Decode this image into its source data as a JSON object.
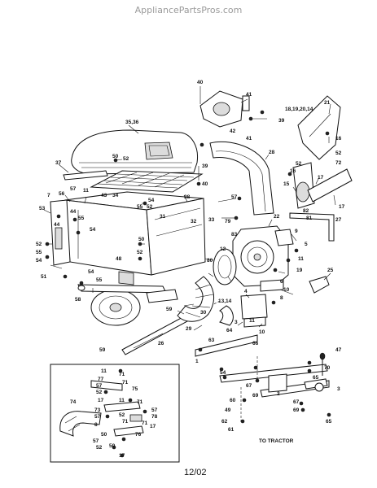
{
  "watermark": "AppliancePartsPros.com",
  "date_code": "12/02",
  "inset_note": "TO TRACTOR",
  "callouts": [
    {
      "id": "c40a",
      "text": "40"
    },
    {
      "id": "c41a",
      "text": "41"
    },
    {
      "id": "c39a",
      "text": "39"
    },
    {
      "id": "c42",
      "text": "42"
    },
    {
      "id": "c41b",
      "text": "41"
    },
    {
      "id": "c21",
      "text": "21"
    },
    {
      "id": "c18",
      "text": "18,19,20,14"
    },
    {
      "id": "c16a",
      "text": "16"
    },
    {
      "id": "c52a",
      "text": "52"
    },
    {
      "id": "c3536",
      "text": "35,36"
    },
    {
      "id": "c28",
      "text": "28"
    },
    {
      "id": "c50a",
      "text": "50"
    },
    {
      "id": "c52b",
      "text": "52"
    },
    {
      "id": "c37",
      "text": "37"
    },
    {
      "id": "c39b",
      "text": "39"
    },
    {
      "id": "c40b",
      "text": "40"
    },
    {
      "id": "c52c",
      "text": "52"
    },
    {
      "id": "c16b",
      "text": "16"
    },
    {
      "id": "c17a",
      "text": "17"
    },
    {
      "id": "c72",
      "text": "72"
    },
    {
      "id": "c15",
      "text": "15"
    },
    {
      "id": "c7",
      "text": "7"
    },
    {
      "id": "c56",
      "text": "56"
    },
    {
      "id": "c57a",
      "text": "57"
    },
    {
      "id": "c11a",
      "text": "11"
    },
    {
      "id": "c43",
      "text": "43"
    },
    {
      "id": "c34",
      "text": "34"
    },
    {
      "id": "c38",
      "text": "38"
    },
    {
      "id": "c54a",
      "text": "54"
    },
    {
      "id": "c52d",
      "text": "52"
    },
    {
      "id": "c57b",
      "text": "57"
    },
    {
      "id": "c53",
      "text": "53"
    },
    {
      "id": "c55a",
      "text": "55"
    },
    {
      "id": "c31",
      "text": "31"
    },
    {
      "id": "c32",
      "text": "32"
    },
    {
      "id": "c22",
      "text": "22"
    },
    {
      "id": "c82",
      "text": "82"
    },
    {
      "id": "c81",
      "text": "81"
    },
    {
      "id": "c17b",
      "text": "17"
    },
    {
      "id": "c27",
      "text": "27"
    },
    {
      "id": "c44a",
      "text": "44"
    },
    {
      "id": "c55b",
      "text": "55"
    },
    {
      "id": "c54b",
      "text": "54"
    },
    {
      "id": "c33",
      "text": "33"
    },
    {
      "id": "c79",
      "text": "79"
    },
    {
      "id": "c44b",
      "text": "44"
    },
    {
      "id": "c52e",
      "text": "52"
    },
    {
      "id": "c55c",
      "text": "55"
    },
    {
      "id": "c83",
      "text": "83"
    },
    {
      "id": "c12",
      "text": "12"
    },
    {
      "id": "c9",
      "text": "9"
    },
    {
      "id": "c5",
      "text": "5"
    },
    {
      "id": "c54c",
      "text": "54"
    },
    {
      "id": "c50b",
      "text": "50"
    },
    {
      "id": "c52f",
      "text": "52"
    },
    {
      "id": "c11b",
      "text": "11"
    },
    {
      "id": "c19",
      "text": "19"
    },
    {
      "id": "c51",
      "text": "51"
    },
    {
      "id": "c54d",
      "text": "54"
    },
    {
      "id": "c55d",
      "text": "55"
    },
    {
      "id": "c48",
      "text": "48"
    },
    {
      "id": "c80",
      "text": "80"
    },
    {
      "id": "c25",
      "text": "25"
    },
    {
      "id": "c58",
      "text": "58"
    },
    {
      "id": "c13",
      "text": "13,14"
    },
    {
      "id": "c4",
      "text": "4"
    },
    {
      "id": "c6",
      "text": "6"
    },
    {
      "id": "c10a",
      "text": "10"
    },
    {
      "id": "c8",
      "text": "8"
    },
    {
      "id": "c11c",
      "text": "11"
    },
    {
      "id": "c10b",
      "text": "10"
    },
    {
      "id": "c3",
      "text": "3"
    },
    {
      "id": "c29",
      "text": "29"
    },
    {
      "id": "c30",
      "text": "30"
    },
    {
      "id": "c59a",
      "text": "59"
    },
    {
      "id": "c26",
      "text": "26"
    },
    {
      "id": "c64",
      "text": "64"
    },
    {
      "id": "c63",
      "text": "63"
    },
    {
      "id": "c59b",
      "text": "59"
    },
    {
      "id": "c66",
      "text": "66"
    },
    {
      "id": "c1",
      "text": "1"
    },
    {
      "id": "c47",
      "text": "47"
    },
    {
      "id": "c70",
      "text": "70"
    },
    {
      "id": "c65a",
      "text": "65"
    },
    {
      "id": "c54e",
      "text": "54"
    },
    {
      "id": "c67a",
      "text": "67"
    },
    {
      "id": "c69a",
      "text": "69"
    },
    {
      "id": "c2",
      "text": "2"
    },
    {
      "id": "c3b",
      "text": "3"
    },
    {
      "id": "c60",
      "text": "60"
    },
    {
      "id": "c49",
      "text": "49"
    },
    {
      "id": "c62",
      "text": "62"
    },
    {
      "id": "c61",
      "text": "61"
    },
    {
      "id": "c67b",
      "text": "67"
    },
    {
      "id": "c69b",
      "text": "69"
    },
    {
      "id": "c65b",
      "text": "65"
    },
    {
      "id": "i11",
      "text": "11"
    },
    {
      "id": "i71a",
      "text": "71"
    },
    {
      "id": "i77",
      "text": "77"
    },
    {
      "id": "i57a",
      "text": "57"
    },
    {
      "id": "i71b",
      "text": "71"
    },
    {
      "id": "i52a",
      "text": "52"
    },
    {
      "id": "i75",
      "text": "75"
    },
    {
      "id": "i17a",
      "text": "17"
    },
    {
      "id": "i11b",
      "text": "11"
    },
    {
      "id": "i71c",
      "text": "71"
    },
    {
      "id": "i74",
      "text": "74"
    },
    {
      "id": "i73",
      "text": "73"
    },
    {
      "id": "i57b",
      "text": "57"
    },
    {
      "id": "i52b",
      "text": "52"
    },
    {
      "id": "i71d",
      "text": "71"
    },
    {
      "id": "i8",
      "text": "8"
    },
    {
      "id": "i57c",
      "text": "57"
    },
    {
      "id": "i78",
      "text": "78"
    },
    {
      "id": "i71e",
      "text": "71"
    },
    {
      "id": "i17b",
      "text": "17"
    },
    {
      "id": "i50a",
      "text": "50"
    },
    {
      "id": "i76",
      "text": "76"
    },
    {
      "id": "i57d",
      "text": "57"
    },
    {
      "id": "i52c",
      "text": "52"
    },
    {
      "id": "i50b",
      "text": "50"
    },
    {
      "id": "i17c",
      "text": "17"
    }
  ]
}
